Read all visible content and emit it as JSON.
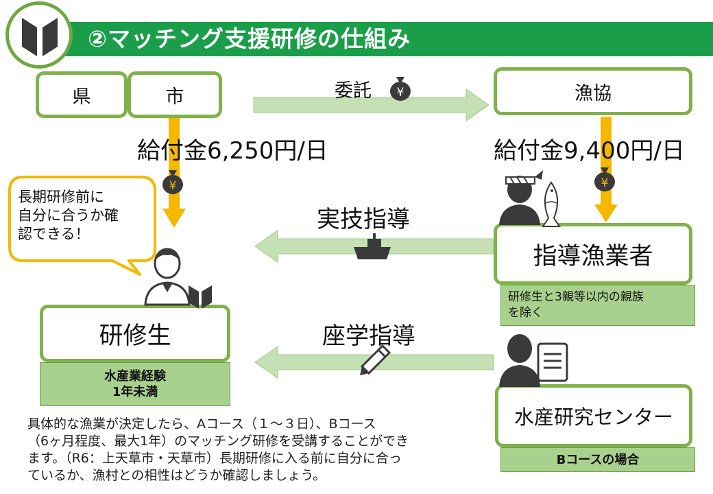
{
  "title": "②マッチング支援研修の仕組み",
  "nodes": {
    "prefecture": "県",
    "city": "市",
    "fishery_coop": "漁協",
    "instructor": "指導漁業者",
    "trainee": "研修生",
    "research_center": "水産研究センター"
  },
  "flows": {
    "entrust": "委託",
    "practical": "実技指導",
    "classroom": "座学指導"
  },
  "payments": {
    "city_to_trainee": "給付金6,250円/日",
    "coop_to_instructor": "給付金9,400円/日"
  },
  "notes": {
    "instructor_exclusion": [
      "研修生と3親等以内の親族",
      "を除く"
    ],
    "trainee_condition": [
      "水産業経験",
      "1年未満"
    ],
    "research_center_case": "Bコースの場合"
  },
  "bubble": [
    "長期研修前に",
    "自分に合うか確",
    "認できる！"
  ],
  "description": [
    "具体的な漁業が決定したら、Aコース（１～３日）、Bコース",
    "（6ヶ月程度、最大1年）のマッチング研修を受講することができ",
    "ます。（R6：上天草市・天草市）長期研修に入る前に自分に合っ",
    "ているか、漁村との相性はどうか確認しましょう。"
  ],
  "yen_symbol": "¥",
  "colors": {
    "title_bar": "#1a9e49",
    "box_border": "#7fb24a",
    "arrow_fill": "#c5e0b4",
    "gold_arrow": "#f5b700",
    "note_fill": "#a9d18e",
    "bubble_border": "#f4b800",
    "icon": "#3a3a3a"
  },
  "icons": [
    "beginner-mark-icon",
    "money-bag-icon",
    "ship-icon",
    "pencil-icon",
    "fisherman-icon",
    "fish-icon",
    "trainee-person-icon",
    "researcher-icon",
    "document-icon"
  ]
}
